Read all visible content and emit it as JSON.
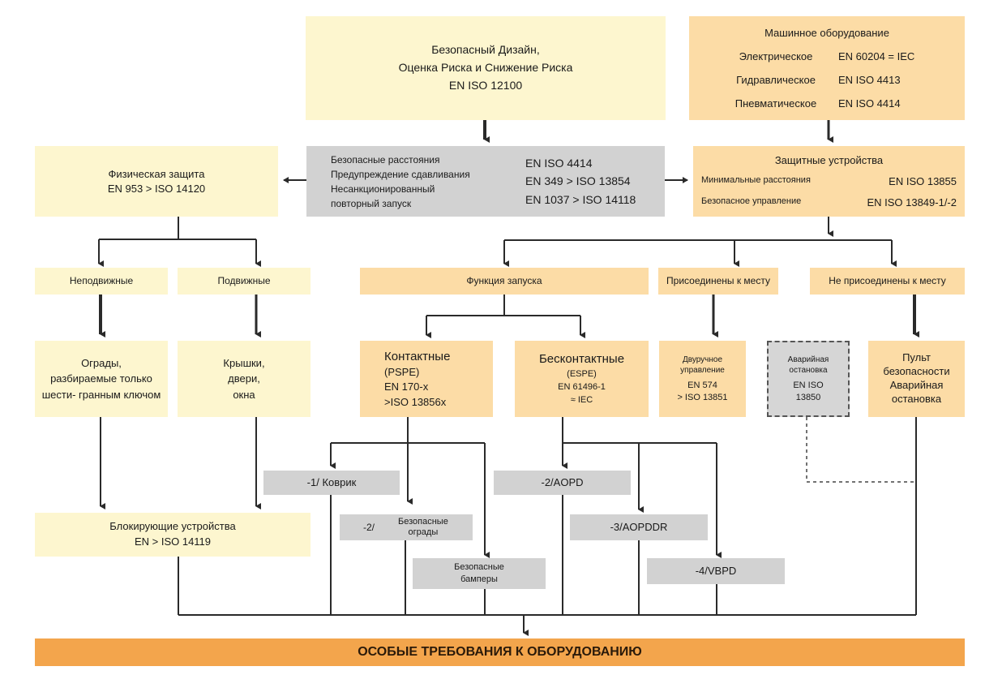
{
  "colors": {
    "pale": "#fdf6cf",
    "peach": "#fcdca6",
    "gray": "#d2d2d2",
    "bar": "#f3a54c",
    "line": "#2a2a2a"
  },
  "top": {
    "design": [
      "Безопасный Дизайн,",
      "Оценка Риска и Снижение Риска",
      "EN ISO 12100"
    ],
    "machinery": {
      "title": "Машинное оборудование",
      "rows": [
        {
          "label": "Электрическое",
          "value": "EN 60204 = IEC"
        },
        {
          "label": "Гидравлическое",
          "value": "EN ISO 4413"
        },
        {
          "label": "Пневматическое",
          "value": "EN ISO 4414"
        }
      ]
    }
  },
  "middle": {
    "physical": [
      "Физическая защита",
      "EN 953 > ISO 14120"
    ],
    "gray_left": [
      "Безопасные расстояния",
      "Предупреждение сдавливания",
      "Несанкционированный",
      "повторный запуск"
    ],
    "gray_right": [
      "EN ISO 4414",
      "EN 349 > ISO 13854",
      "EN 1037 > ISO 14118"
    ],
    "protective": {
      "title": "Защитные устройства",
      "rows": [
        {
          "label": "Минимальные расстояния",
          "value": "EN ISO 13855"
        },
        {
          "label": "Безопасное управление",
          "value": "EN ISO 13849-1/-2"
        }
      ]
    }
  },
  "level3": {
    "fixed": "Неподвижные",
    "movable": "Подвижные",
    "start": "Функция запуска",
    "attached": "Присоединены к месту",
    "not_attached": "Не присоединены к месту"
  },
  "level4": {
    "fences": [
      "Ограды,",
      "разбираемые только",
      "шести- гранным ключом"
    ],
    "covers": [
      "Крышки,",
      "двери,",
      "окна"
    ],
    "contact": [
      "Контактные",
      "(PSPE)",
      "EN 170-x",
      ">ISO 13856x"
    ],
    "noncontact": [
      "Бесконтактные",
      "(ESPE)",
      "EN 61496-1",
      "≈ IEC"
    ],
    "twohand": [
      "Двуручное",
      "управление",
      "EN 574",
      "> ISO 13851"
    ],
    "estop": [
      "Аварийная",
      "остановка",
      "EN ISO",
      "13850"
    ],
    "panel": [
      "Пульт",
      "безопасности",
      "Аварийная",
      "остановка"
    ]
  },
  "grays": {
    "mat": "-1/ Коврик",
    "fences_num": "-2/",
    "fences": [
      "Безопасные",
      "ограды"
    ],
    "bumpers": [
      "Безопасные",
      "бамперы"
    ],
    "aopd": "-2/AOPD",
    "aopddr": "-3/AOPDDR",
    "vbpd": "-4/VBPD"
  },
  "interlock": [
    "Блокирующие устройства",
    "EN > ISO 14119"
  ],
  "bottom": "ОСОБЫЕ ТРЕБОВАНИЯ К ОБОРУДОВАНИЮ"
}
